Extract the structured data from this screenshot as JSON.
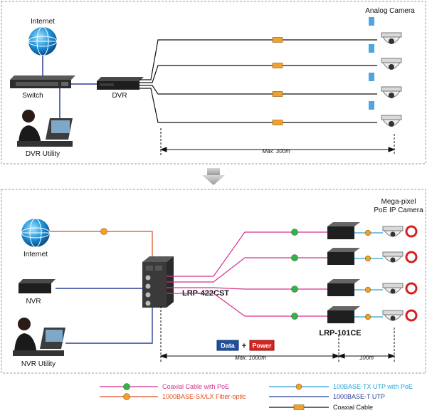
{
  "top": {
    "internet_label": "Internet",
    "switch_label": "Switch",
    "dvr_label": "DVR",
    "dvr_utility_label": "DVR Utility",
    "camera_group_label": "Analog Camera",
    "distance_label": "Max. 300m"
  },
  "bottom": {
    "internet_label": "Internet",
    "nvr_label": "NVR",
    "nvr_utility_label": "NVR Utility",
    "converter_label": "LRP-422CST",
    "extender_label": "LRP-101CE",
    "camera_group_label": "Mega-pixel PoE IP Camera",
    "data_badge": "Data",
    "plus_sign": "+",
    "power_badge": "Power",
    "distance_label": "Max. 1000m",
    "short_distance_label": "100m"
  },
  "legend": [
    {
      "label": "Coaxial Cable with PoE",
      "color": "#d6308f",
      "marker": "green-dot"
    },
    {
      "label": "1000BASE-SX/LX Fiber-optic",
      "color": "#e04a1e",
      "marker": "orange-dot"
    },
    {
      "label": "100BASE-TX UTP with PoE",
      "color": "#27a3d6",
      "marker": "orange-dot"
    },
    {
      "label": "1000BASE-T UTP",
      "color": "#2b3f97",
      "marker": "none"
    },
    {
      "label": "Coaxial Cable",
      "color": "#111111",
      "marker": "orange-box"
    }
  ],
  "colors": {
    "coax_poe": "#d6308f",
    "fiber": "#e04a1e",
    "utp_poe": "#27a3d6",
    "utp": "#2b3f97",
    "coax": "#111111"
  }
}
